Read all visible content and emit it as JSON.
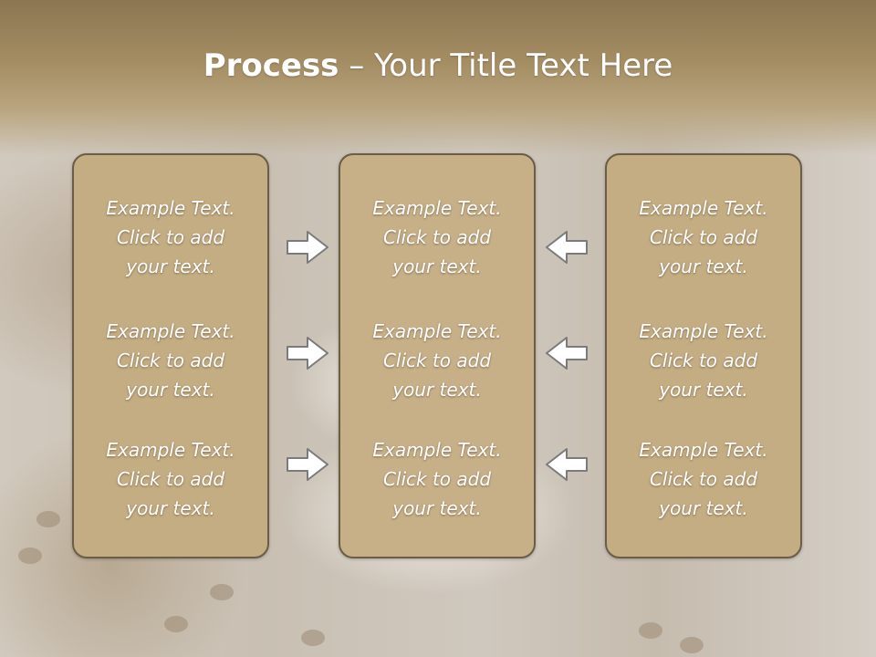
{
  "title": {
    "bold": "Process",
    "rest": " – Your Title Text Here"
  },
  "paragraph": {
    "line1": "Example Text.",
    "line2": "Click  to add",
    "line3": "your text."
  },
  "columns": [
    "left",
    "center",
    "right"
  ],
  "arrows": {
    "direction_left_group": "right",
    "direction_right_group": "left"
  },
  "colors": {
    "box_fill": "#c4ad83",
    "box_border": "#6b5d47",
    "header": "#a58d63",
    "text": "#ffffff"
  }
}
